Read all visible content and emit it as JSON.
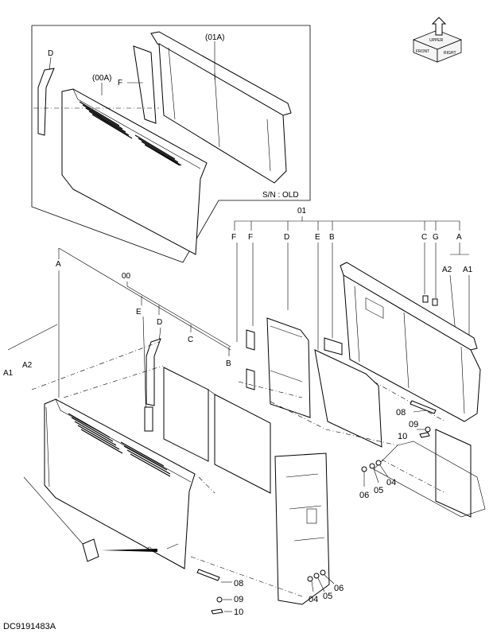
{
  "diagram_code": "DC9191483A",
  "inset": {
    "serial_note": "S/N : OLD",
    "label_01a": "(01A)",
    "label_00a": "(00A)",
    "label_d": "D",
    "label_f": "F"
  },
  "direction_badge": {
    "top": "UPPER",
    "front": "FRONT",
    "right": "RIGHT"
  },
  "assembly_01": {
    "label": "01",
    "sub_labels": [
      "F",
      "F",
      "D",
      "E",
      "B",
      "C",
      "G",
      "A"
    ],
    "a2": "A2",
    "a1": "A1"
  },
  "assembly_00": {
    "label": "00",
    "label_a": "A",
    "label_e": "E",
    "label_d": "D",
    "label_c": "C",
    "label_b": "B",
    "left_a1": "A1",
    "left_a2": "A2"
  },
  "callouts_right": {
    "c08": "08",
    "c09": "09",
    "c10": "10",
    "c06": "06",
    "c05": "05",
    "c04": "04"
  },
  "callouts_bottom": {
    "c08": "08",
    "c09": "09",
    "c10": "10",
    "c04": "04",
    "c05": "05",
    "c06": "06"
  }
}
